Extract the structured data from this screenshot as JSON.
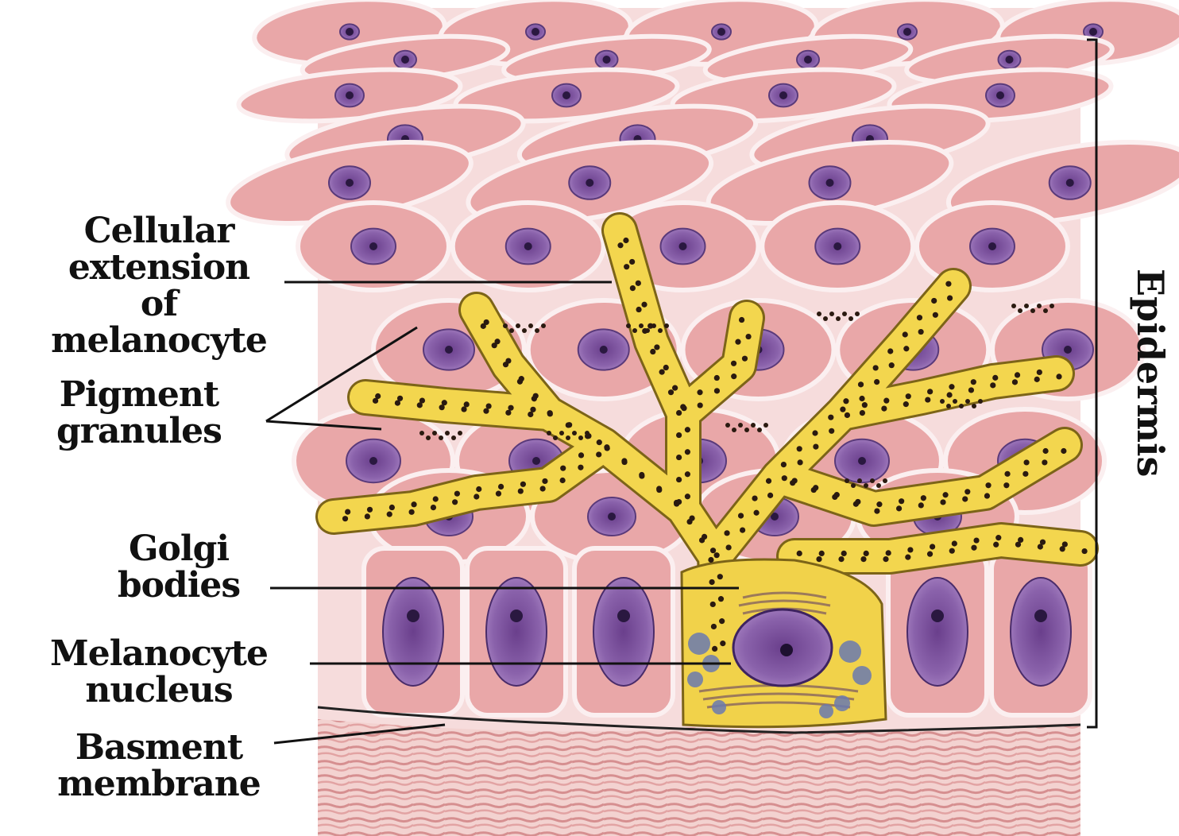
{
  "figure": {
    "labels": {
      "cellular_extension": [
        "Cellular",
        "extension",
        "of",
        "melanocyte"
      ],
      "pigment_granules": [
        "Pigment",
        "granules"
      ],
      "golgi_bodies": [
        "Golgi",
        "bodies"
      ],
      "melanocyte_nucleus": [
        "Melanocyte",
        "nucleus"
      ],
      "basement_membrane": [
        "Basment",
        "membrane"
      ],
      "epidermis": "Epidermis"
    },
    "colors": {
      "background": "#ffffff",
      "cell_fill": "#e9a7a8",
      "cell_border": "#fbeff0",
      "nucleus": "#7c4f9c",
      "nucleus_dark": "#2a1840",
      "melanocyte": "#f1d24a",
      "melanocyte_outline": "#8a6a1a",
      "granule": "#2a1a10",
      "dermis": "#e6b8b6",
      "label_text": "#111111",
      "leader_line": "#111111"
    }
  }
}
